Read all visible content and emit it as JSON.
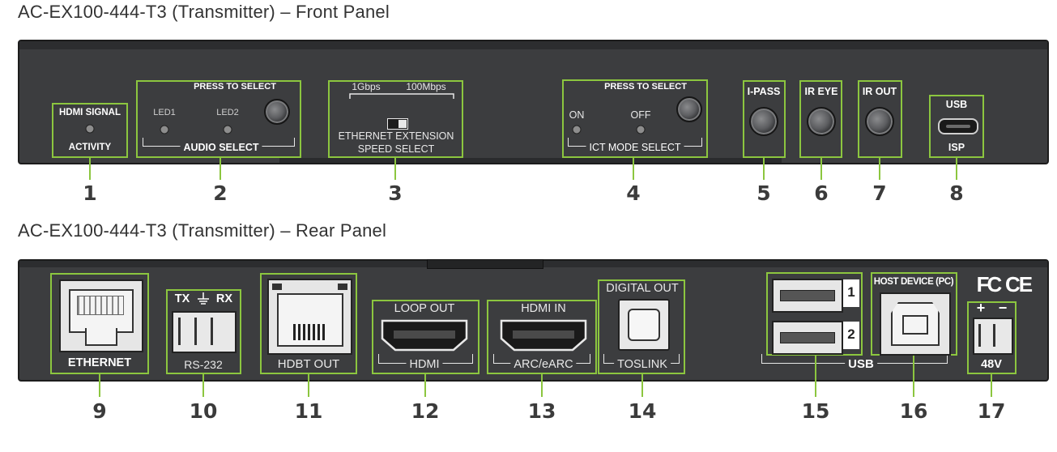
{
  "front": {
    "title": "AC-EX100-444-T3 (Transmitter) – Front Panel",
    "hdmi": {
      "top": "HDMI SIGNAL",
      "bottom": "ACTIVITY"
    },
    "audio": {
      "press": "PRESS TO SELECT",
      "led1": "LED1",
      "led2": "LED2",
      "label": "AUDIO SELECT"
    },
    "ethernet": {
      "left": "1Gbps",
      "right": "100Mbps",
      "line1": "ETHERNET EXTENSION",
      "line2": "SPEED SELECT"
    },
    "ict": {
      "press": "PRESS TO SELECT",
      "on": "ON",
      "off": "OFF",
      "label": "ICT MODE SELECT"
    },
    "ipass": "I-PASS",
    "ireye": "IR EYE",
    "irout": "IR OUT",
    "usb": {
      "top": "USB",
      "bottom": "ISP"
    },
    "callouts": [
      "1",
      "2",
      "3",
      "4",
      "5",
      "6",
      "7",
      "8"
    ]
  },
  "rear": {
    "title": "AC-EX100-444-T3 (Transmitter) – Rear Panel",
    "ethernet": "ETHERNET",
    "rs232": {
      "tx": "TX",
      "rx": "RX",
      "label": "RS-232"
    },
    "hdbt": "HDBT OUT",
    "loop": {
      "top": "LOOP OUT",
      "bottom": "HDMI"
    },
    "hdmiin": {
      "top": "HDMI IN",
      "bottom": "ARC/eARC"
    },
    "digital": {
      "top": "DIGITAL OUT",
      "bottom": "TOSLINK"
    },
    "usb": {
      "port1": "1",
      "port2": "2",
      "label": "USB"
    },
    "host": "HOST DEVICE (PC)",
    "power": {
      "plus": "+",
      "minus": "−",
      "label": "48V"
    },
    "marks": {
      "fcc": "FC",
      "ce": "CE"
    },
    "callouts": [
      "9",
      "10",
      "11",
      "12",
      "13",
      "14",
      "15",
      "16",
      "17"
    ]
  },
  "colors": {
    "accent": "#8cc63f",
    "panel": "#3c3d3f"
  }
}
